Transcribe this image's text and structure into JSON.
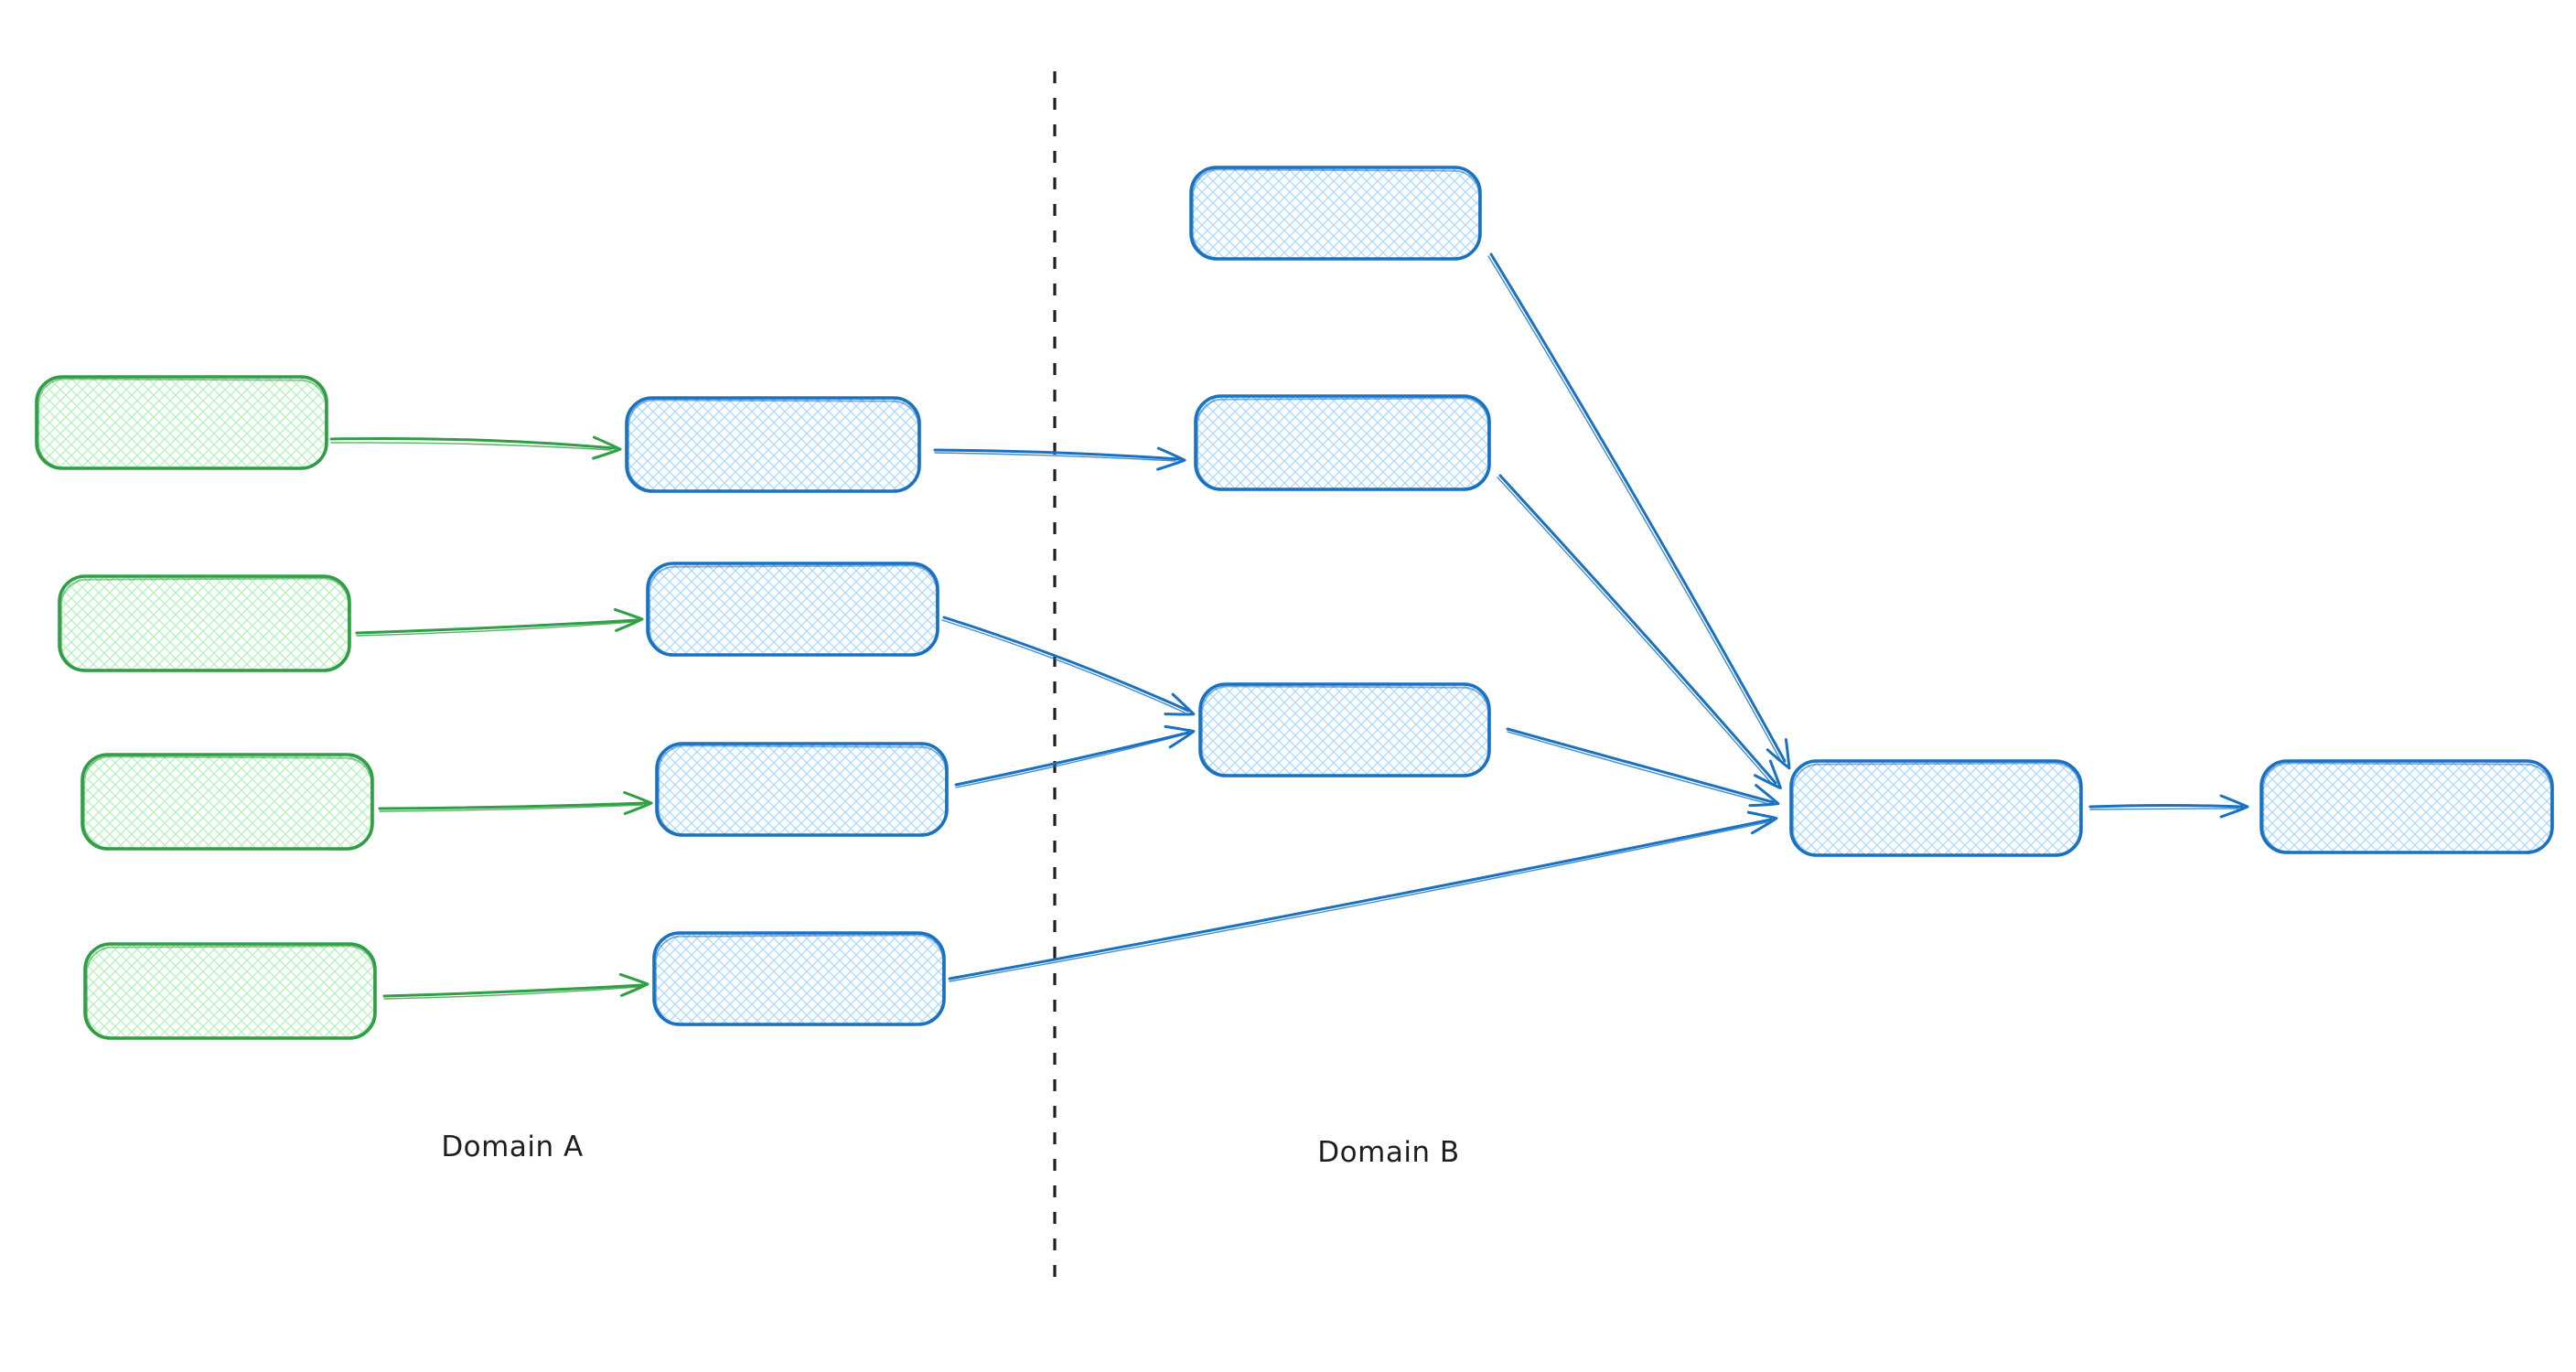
{
  "app": {
    "type": "hand-drawn whiteboard diagram",
    "background": "#ffffff"
  },
  "labels": {
    "domain_a": "Domain A",
    "domain_b": "Domain B"
  },
  "colors": {
    "green_stroke": "#2f9e44",
    "green_fill": "#b2f2bb",
    "blue_stroke": "#1971c2",
    "blue_fill": "#a5d8ff",
    "divider_color": "#1e1e1e",
    "label_color": "#1e1e1e"
  },
  "diagram": {
    "description": "Two-domain flow diagram. A vertical dashed line separates Domain A (left) from Domain B (right). Four green source boxes each point to a blue box inside Domain A; those feed boxes in Domain B which all converge into a single merge box that points to a final box. All boxes are empty (no text) with cross-hatch fill.",
    "domains": [
      {
        "id": "domain-a",
        "label": "Domain A",
        "side": "left"
      },
      {
        "id": "domain-b",
        "label": "Domain B",
        "side": "right"
      }
    ],
    "nodes": [
      {
        "id": "a-source-1",
        "domain": "Domain A",
        "style": "green",
        "text": ""
      },
      {
        "id": "a-source-2",
        "domain": "Domain A",
        "style": "green",
        "text": ""
      },
      {
        "id": "a-source-3",
        "domain": "Domain A",
        "style": "green",
        "text": ""
      },
      {
        "id": "a-source-4",
        "domain": "Domain A",
        "style": "green",
        "text": ""
      },
      {
        "id": "a-mid-1",
        "domain": "Domain A",
        "style": "blue",
        "text": ""
      },
      {
        "id": "a-mid-2",
        "domain": "Domain A",
        "style": "blue",
        "text": ""
      },
      {
        "id": "a-mid-3",
        "domain": "Domain A",
        "style": "blue",
        "text": ""
      },
      {
        "id": "a-mid-4",
        "domain": "Domain A",
        "style": "blue",
        "text": ""
      },
      {
        "id": "b-top",
        "domain": "Domain B",
        "style": "blue",
        "text": ""
      },
      {
        "id": "b-upper",
        "domain": "Domain B",
        "style": "blue",
        "text": ""
      },
      {
        "id": "b-lower",
        "domain": "Domain B",
        "style": "blue",
        "text": ""
      },
      {
        "id": "b-merge",
        "domain": "Domain B",
        "style": "blue",
        "text": ""
      },
      {
        "id": "b-final",
        "domain": "Domain B",
        "style": "blue",
        "text": ""
      }
    ],
    "edges": [
      {
        "from": "a-source-1",
        "to": "a-mid-1",
        "color": "green"
      },
      {
        "from": "a-source-2",
        "to": "a-mid-2",
        "color": "green"
      },
      {
        "from": "a-source-3",
        "to": "a-mid-3",
        "color": "green"
      },
      {
        "from": "a-source-4",
        "to": "a-mid-4",
        "color": "green"
      },
      {
        "from": "a-mid-1",
        "to": "b-upper",
        "color": "blue"
      },
      {
        "from": "a-mid-2",
        "to": "b-lower",
        "color": "blue"
      },
      {
        "from": "a-mid-3",
        "to": "b-lower",
        "color": "blue"
      },
      {
        "from": "a-mid-4",
        "to": "b-merge",
        "color": "blue"
      },
      {
        "from": "b-top",
        "to": "b-merge",
        "color": "blue"
      },
      {
        "from": "b-upper",
        "to": "b-merge",
        "color": "blue"
      },
      {
        "from": "b-lower",
        "to": "b-merge",
        "color": "blue"
      },
      {
        "from": "b-merge",
        "to": "b-final",
        "color": "blue"
      }
    ]
  }
}
